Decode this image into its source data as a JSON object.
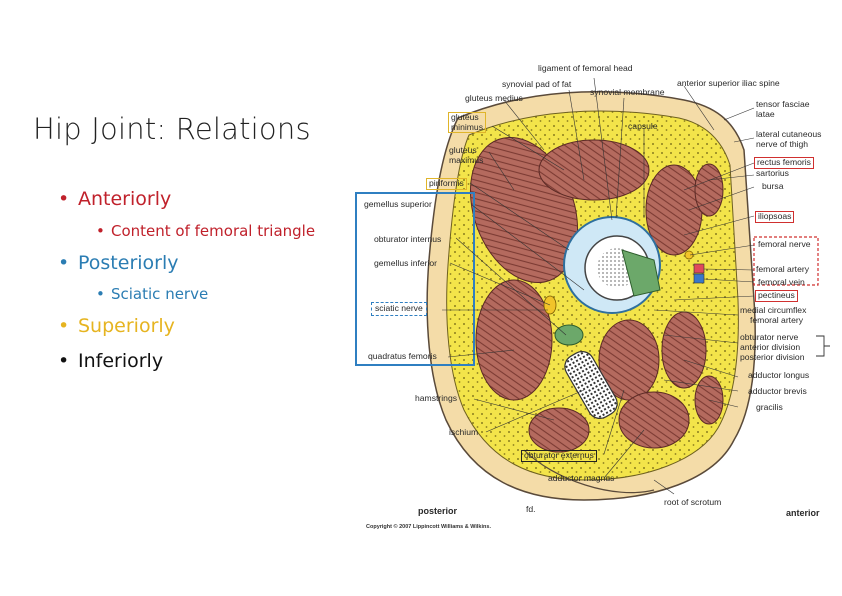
{
  "slide": {
    "title": "Hip Joint: Relations",
    "bullets": [
      {
        "text": "Anteriorly",
        "color": "#c0212b"
      },
      {
        "text": "Content of femoral triangle",
        "color": "#c0212b"
      },
      {
        "text": "Posteriorly",
        "color": "#2b7db3"
      },
      {
        "text": "Sciatic nerve",
        "color": "#2b7db3"
      },
      {
        "text": "Superiorly",
        "color": "#e6b420"
      },
      {
        "text": "Inferiorly",
        "color": "#111111"
      }
    ]
  },
  "figure": {
    "labels": {
      "ligament_of_femoral_head": "ligament of femoral head",
      "synovial_pad_of_fat": "synovial pad of fat",
      "gluteus_medius": "gluteus medius",
      "synovial_membrane": "synovial membrane",
      "anterior_superior_iliac_spine": "anterior superior iliac spine",
      "tensor_fasciae_latae_1": "tensor fasciae",
      "tensor_fasciae_latae_2": "latae",
      "gluteus_minimus_1": "gluteus",
      "gluteus_minimus_2": "minimus",
      "capsule": "capsule",
      "lateral_cutaneous_1": "lateral cutaneous",
      "lateral_cutaneous_2": "nerve of thigh",
      "gluteus_maximus_1": "gluteus",
      "gluteus_maximus_2": "maximus",
      "rectus_femoris": "rectus femoris",
      "sartorius": "sartorius",
      "piriformis": "piriformis",
      "bursa": "bursa",
      "gemellus_superior": "gemellus superior",
      "iliopsoas": "iliopsoas",
      "obturator_internus": "obturator internus",
      "femoral_nerve": "femoral nerve",
      "gemellus_inferior": "gemellus inferior",
      "femoral_artery": "femoral artery",
      "femoral_vein": "femoral vein",
      "pectineus": "pectineus",
      "sciatic_nerve": "sciatic nerve",
      "medial_circumflex_1": "medial circumflex",
      "medial_circumflex_2": "femoral artery",
      "quadratus_femoris": "quadratus femoris",
      "obturator_nerve_1": "obturator nerve",
      "obturator_nerve_2": "anterior division",
      "obturator_nerve_3": "posterior division",
      "adductor_longus": "adductor longus",
      "hamstrings": "hamstrings",
      "adductor_brevis": "adductor brevis",
      "gracilis": "gracilis",
      "ischium": "ischium",
      "obturator_externus": "obturator externus",
      "adductor_magnus": "adductor magnus",
      "posterior": "posterior",
      "root_of_scrotum": "root of scrotum",
      "anterior": "anterior",
      "signature": "fd.",
      "copyright": "Copyright © 2007 Lippincott Williams & Wilkins."
    }
  }
}
